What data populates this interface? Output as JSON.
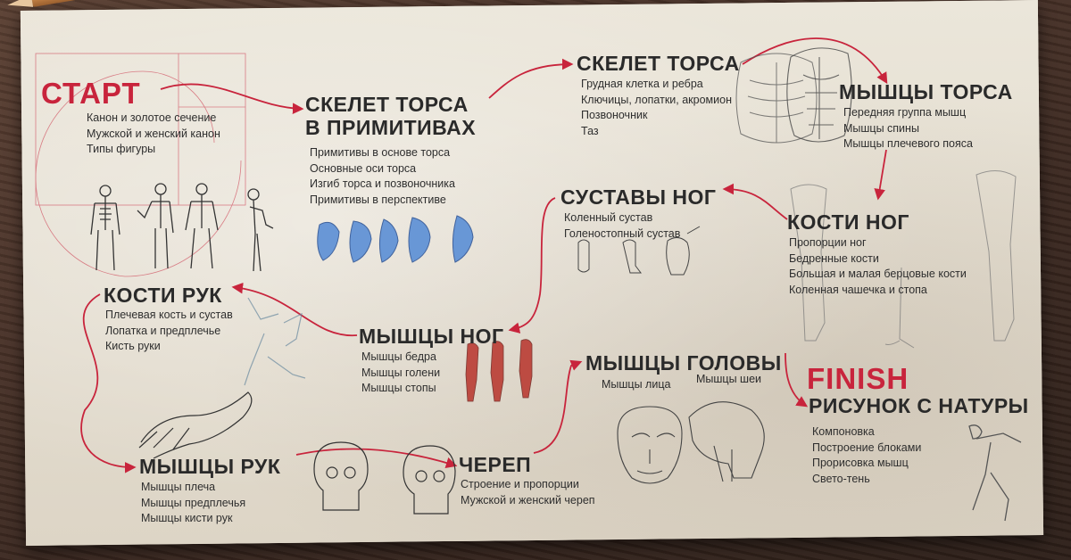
{
  "sections": {
    "start": {
      "title": "СТАРТ",
      "items": [
        "Канон и золотое сечение",
        "Мужской и женский канон",
        "Типы фигуры"
      ]
    },
    "torso_primitives": {
      "title_line1": "СКЕЛЕТ ТОРСА",
      "title_line2": "В ПРИМИТИВАХ",
      "items": [
        "Примитивы в основе торса",
        "Основные оси торса",
        "Изгиб торса и позвоночника",
        "Примитивы в перспективе"
      ]
    },
    "torso_skeleton": {
      "title": "СКЕЛЕТ ТОРСА",
      "items": [
        "Грудная клетка и ребра",
        "Ключицы, лопатки, акромион",
        "Позвоночник",
        "Таз"
      ]
    },
    "torso_muscles": {
      "title": "МЫШЦЫ ТОРСА",
      "items": [
        "Передняя группа мышц",
        "Мышцы спины",
        "Мышцы плечевого пояса"
      ]
    },
    "leg_bones": {
      "title": "КОСТИ НОГ",
      "items": [
        "Пропорции ног",
        "Бедренные кости",
        "Большая и малая берцовые кости",
        "Коленная чашечка и стопа"
      ]
    },
    "leg_joints": {
      "title": "СУСТАВЫ НОГ",
      "items": [
        "Коленный сустав",
        "Голеностопный сустав"
      ]
    },
    "arm_bones": {
      "title": "КОСТИ РУК",
      "items": [
        "Плечевая кость и сустав",
        "Лопатка и предплечье",
        "Кисть руки"
      ]
    },
    "leg_muscles": {
      "title": "МЫШЦЫ НОГ",
      "items": [
        "Мышцы бедра",
        "Мышцы голени",
        "Мышцы стопы"
      ]
    },
    "head_muscles": {
      "title": "МЫШЦЫ ГОЛОВЫ",
      "label_face": "Мышцы лица",
      "label_neck": "Мышцы шеи"
    },
    "finish": {
      "title": "FINISH",
      "subtitle": "РИСУНОК С НАТУРЫ",
      "items": [
        "Компоновка",
        "Построение блоками",
        "Прорисовка мышц",
        "Свето-тень"
      ]
    },
    "arm_muscles": {
      "title": "МЫШЦЫ РУК",
      "items": [
        "Мышцы плеча",
        "Мышцы предплечья",
        "Мышцы кисти рук"
      ]
    },
    "skull": {
      "title": "ЧЕРЕП",
      "items": [
        "Строение и пропорции",
        "Мужской и женский череп"
      ]
    }
  },
  "colors": {
    "accent": "#c8243c",
    "text": "#2a2a2a",
    "paper": "#e6e0d3",
    "primitive_blue": "#5b8fd6",
    "muscle_red": "#b8332b"
  },
  "icons": [
    "skeleton-figures",
    "torso-primitives",
    "torso-skeleton-sketch",
    "torso-muscles-sketch",
    "leg-bones-sketch",
    "leg-joints-sketch",
    "arm-bones-sketch",
    "leg-muscles-sketch",
    "hand-sketch",
    "skull-sketch",
    "head-muscles-sketch",
    "figure-sketch",
    "golden-ratio-spiral",
    "route-arrow"
  ]
}
